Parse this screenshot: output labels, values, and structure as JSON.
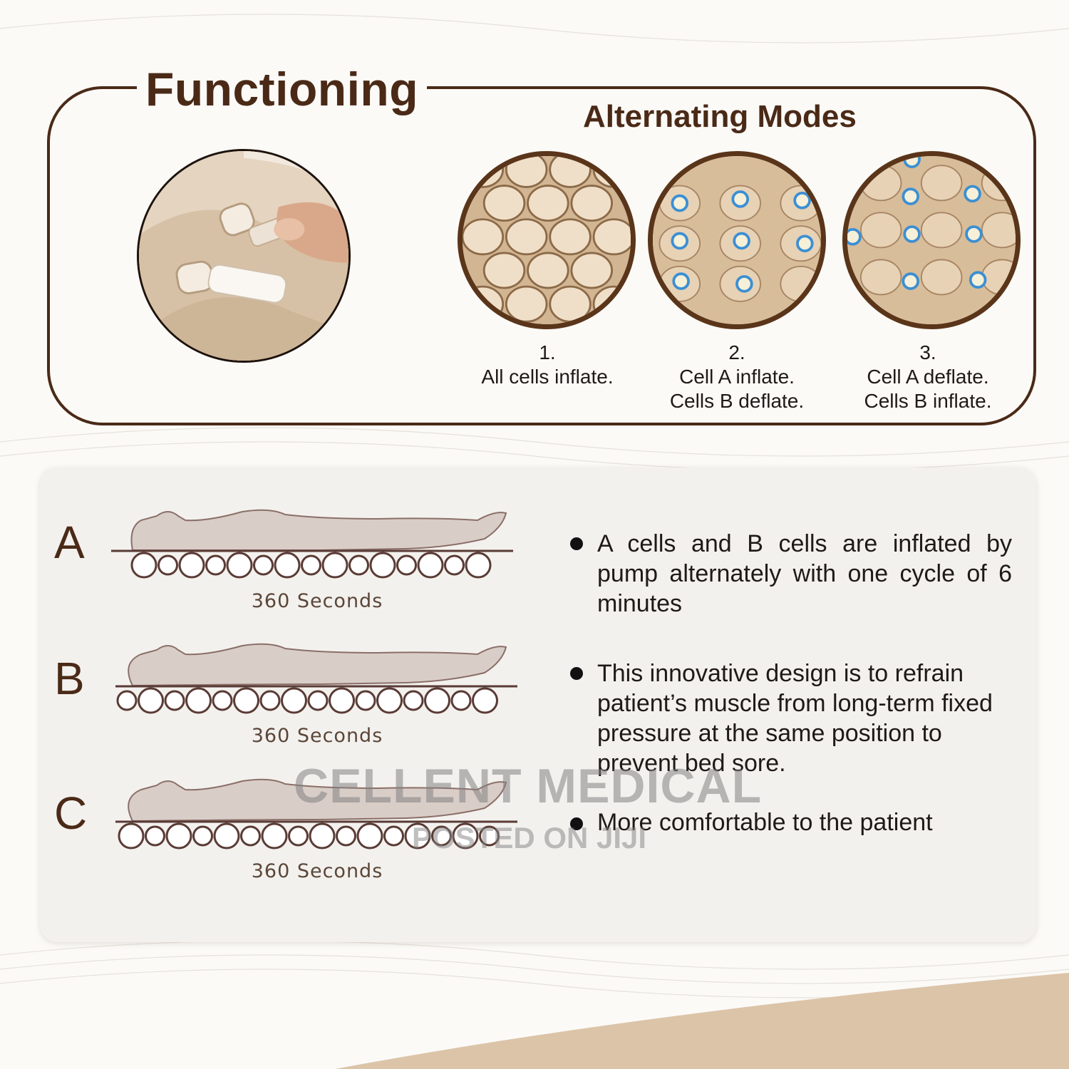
{
  "header": {
    "title": "Functioning",
    "modes_title": "Alternating Modes"
  },
  "modes": [
    {
      "number": "1.",
      "line1": "All cells inflate.",
      "line2": ""
    },
    {
      "number": "2.",
      "line1": "Cell A inflate.",
      "line2": "Cells B deflate."
    },
    {
      "number": "3.",
      "line1": "Cell A deflate.",
      "line2": "Cells B inflate."
    }
  ],
  "rows": [
    {
      "letter": "A",
      "duration": "360 Seconds"
    },
    {
      "letter": "B",
      "duration": "360 Seconds"
    },
    {
      "letter": "C",
      "duration": "360 Seconds"
    }
  ],
  "bullets": [
    {
      "text": "A  cells and  B cells are inflated by pump alternately with one cycle of 6 minutes"
    },
    {
      "text": "This innovative design is to refrain patient’s muscle from long-term fixed pressure at the same position to prevent bed sore."
    },
    {
      "text": "More comfortable to the patient"
    }
  ],
  "watermark": {
    "brand": "CELLENT MEDICAL",
    "posted": "POSTED ON JIJI"
  },
  "colors": {
    "brown": "#4a2a17",
    "tan": "#d9c0a3",
    "cell_blue": "#3b8fd3"
  }
}
